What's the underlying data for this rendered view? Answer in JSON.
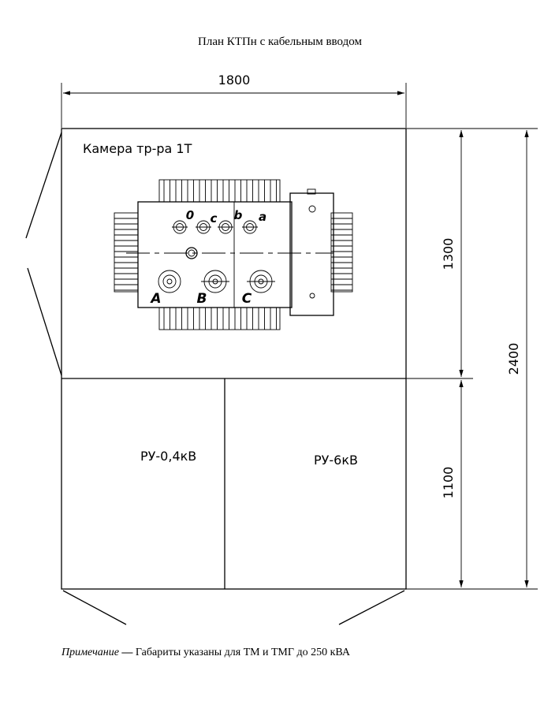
{
  "title": "План КТПн с кабельным вводом",
  "rooms": {
    "transformer_chamber": "Камера тр-ра 1Т",
    "ru_04": "РУ-0,4кВ",
    "ru_6": "РУ-6кВ"
  },
  "dimensions": {
    "width": "1800",
    "chamber_depth": "1300",
    "ru_depth": "1100",
    "total_depth": "2400"
  },
  "bushings": {
    "low_voltage": [
      "0",
      "c",
      "b",
      "a"
    ],
    "high_voltage": [
      "A",
      "B",
      "C"
    ]
  },
  "note": {
    "label": "Примечание",
    "dash": "—",
    "text": "Габариты указаны для ТМ и ТМГ до 250 кВА"
  }
}
